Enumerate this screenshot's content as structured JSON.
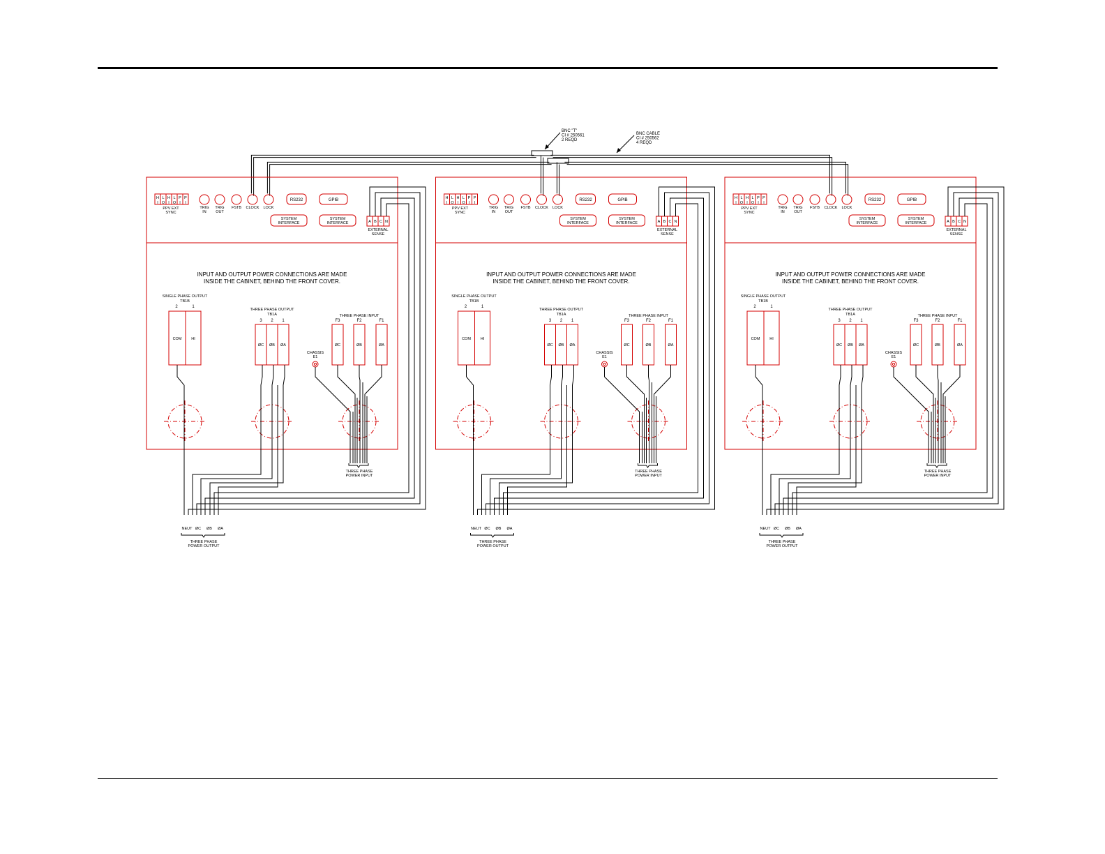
{
  "colors": {
    "panel_outline": "#d40000",
    "wiring": "#000000",
    "page_rule": "#000000"
  },
  "top_callouts": {
    "bnc_tee": [
      "BNC \"T\"",
      "CI # 250561",
      "2 REQD"
    ],
    "bnc_cable": [
      "BNC CABLE",
      "CI # 250562",
      "4 REQD"
    ]
  },
  "units": [
    {
      "id": "unit-1",
      "sync_switches": [
        "H",
        "L",
        "H",
        "L",
        "P",
        "P"
      ],
      "sync_switch_states": [
        "I",
        "O",
        "I",
        "O",
        "I",
        "I"
      ],
      "sync_caption": [
        "PPV EXT",
        "SYNC"
      ],
      "bnc_labels": [
        [
          "TRIG",
          "IN"
        ],
        [
          "TRIG",
          "OUT"
        ],
        [
          "FSTB"
        ],
        [
          "CLOCK"
        ],
        [
          "LOCK"
        ]
      ],
      "ports": {
        "rs232": "RS232",
        "gpib": "GPIB",
        "sys1": [
          "SYSTEM",
          "INTERFACE"
        ],
        "sys2": [
          "SYSTEM",
          "INTERFACE"
        ]
      },
      "sense_terms": [
        "A",
        "B",
        "C",
        "N"
      ],
      "sense_caption": [
        "EXTERNAL",
        "SENSE"
      ],
      "notice": [
        "INPUT AND OUTPUT POWER CONNECTIONS ARE MADE",
        "INSIDE THE CABINET, BEHIND THE FRONT COVER."
      ],
      "single_phase": {
        "title": [
          "SINGLE PHASE OUTPUT",
          "TB1B"
        ],
        "pins": [
          "2",
          "1"
        ],
        "terms": [
          "COM",
          "HI"
        ]
      },
      "three_phase_out": {
        "title": [
          "THREE PHASE OUTPUT",
          "TB1A"
        ],
        "pins": [
          "3",
          "2",
          "1"
        ],
        "terms": [
          "ØC",
          "ØB",
          "ØA"
        ]
      },
      "three_phase_in": {
        "title": "THREE PHASE INPUT",
        "fuses": [
          "F3",
          "F2",
          "F1"
        ],
        "terms": [
          "ØC",
          "ØB",
          "ØA"
        ]
      },
      "chassis": [
        "CHASSIS",
        "E1"
      ],
      "input_caption": [
        "THREE PHASE",
        "POWER INPUT"
      ],
      "output_wires": [
        "NEUT",
        "ØC",
        "ØB",
        "ØA"
      ],
      "output_caption": [
        "THREE PHASE",
        "POWER OUTPUT"
      ]
    },
    {
      "id": "unit-2",
      "sync_switches": [
        "H",
        "L",
        "H",
        "L",
        "P",
        "P"
      ],
      "sync_switch_states": [
        "I",
        "O",
        "I",
        "O",
        "I",
        "I"
      ],
      "sync_caption": [
        "PPV EXT",
        "SYNC"
      ],
      "bnc_labels": [
        [
          "TRIG",
          "IN"
        ],
        [
          "TRIG",
          "OUT"
        ],
        [
          "FSTB"
        ],
        [
          "CLOCK"
        ],
        [
          "LOCK"
        ]
      ],
      "ports": {
        "rs232": "RS232",
        "gpib": "GPIB",
        "sys1": [
          "SYSTEM",
          "INTERFACE"
        ],
        "sys2": [
          "SYSTEM",
          "INTERFACE"
        ]
      },
      "sense_terms": [
        "A",
        "B",
        "C",
        "N"
      ],
      "sense_caption": [
        "EXTERNAL",
        "SENSE"
      ],
      "notice": [
        "INPUT AND OUTPUT POWER CONNECTIONS ARE MADE",
        "INSIDE THE CABINET, BEHIND THE FRONT COVER."
      ],
      "single_phase": {
        "title": [
          "SINGLE PHASE OUTPUT",
          "TB1B"
        ],
        "pins": [
          "2",
          "1"
        ],
        "terms": [
          "COM",
          "HI"
        ]
      },
      "three_phase_out": {
        "title": [
          "THREE PHASE OUTPUT",
          "TB1A"
        ],
        "pins": [
          "3",
          "2",
          "1"
        ],
        "terms": [
          "ØC",
          "ØB",
          "ØA"
        ]
      },
      "three_phase_in": {
        "title": "THREE PHASE INPUT",
        "fuses": [
          "F3",
          "F2",
          "F1"
        ],
        "terms": [
          "ØC",
          "ØB",
          "ØA"
        ]
      },
      "chassis": [
        "CHASSIS",
        "E1"
      ],
      "input_caption": [
        "THREE PHASE",
        "POWER INPUT"
      ],
      "output_wires": [
        "NEUT",
        "ØC",
        "ØB",
        "ØA"
      ],
      "output_caption": [
        "THREE PHASE",
        "POWER OUTPUT"
      ]
    },
    {
      "id": "unit-3",
      "sync_switches": [
        "H",
        "L",
        "H",
        "L",
        "P",
        "P"
      ],
      "sync_switch_states": [
        "I",
        "O",
        "I",
        "O",
        "I",
        "I"
      ],
      "sync_caption": [
        "PPV EXT",
        "SYNC"
      ],
      "bnc_labels": [
        [
          "TRIG",
          "IN"
        ],
        [
          "TRIG",
          "OUT"
        ],
        [
          "FSTB"
        ],
        [
          "CLOCK"
        ],
        [
          "LOCK"
        ]
      ],
      "ports": {
        "rs232": "RS232",
        "gpib": "GPIB",
        "sys1": [
          "SYSTEM",
          "INTERFACE"
        ],
        "sys2": [
          "SYSTEM",
          "INTERFACE"
        ]
      },
      "sense_terms": [
        "A",
        "B",
        "C",
        "N"
      ],
      "sense_caption": [
        "EXTERNAL",
        "SENSE"
      ],
      "notice": [
        "INPUT AND OUTPUT POWER CONNECTIONS ARE MADE",
        "INSIDE THE CABINET, BEHIND THE FRONT COVER."
      ],
      "single_phase": {
        "title": [
          "SINGLE PHASE OUTPUT",
          "TB1B"
        ],
        "pins": [
          "2",
          "1"
        ],
        "terms": [
          "COM",
          "HI"
        ]
      },
      "three_phase_out": {
        "title": [
          "THREE PHASE OUTPUT",
          "TB1A"
        ],
        "pins": [
          "3",
          "2",
          "1"
        ],
        "terms": [
          "ØC",
          "ØB",
          "ØA"
        ]
      },
      "three_phase_in": {
        "title": "THREE PHASE INPUT",
        "fuses": [
          "F3",
          "F2",
          "F1"
        ],
        "terms": [
          "ØC",
          "ØB",
          "ØA"
        ]
      },
      "chassis": [
        "CHASSIS",
        "E1"
      ],
      "input_caption": [
        "THREE PHASE",
        "POWER INPUT"
      ],
      "output_wires": [
        "NEUT",
        "ØC",
        "ØB",
        "ØA"
      ],
      "output_caption": [
        "THREE PHASE",
        "POWER OUTPUT"
      ]
    }
  ]
}
